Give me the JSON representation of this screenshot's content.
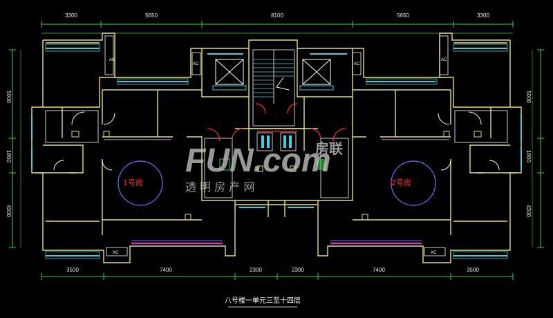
{
  "dimensions": {
    "top": [
      "3300",
      "5650",
      "8100",
      "5650",
      "3300"
    ],
    "bottom": [
      "3500",
      "7400",
      "2300",
      "2300",
      "7400",
      "3500"
    ],
    "left": [
      "5000",
      "1800",
      "4300"
    ],
    "right": [
      "5000",
      "1800",
      "4300"
    ]
  },
  "rooms": {
    "unit1_label": "1号房",
    "unit2_label": "2号房"
  },
  "ac_label": "AC",
  "caption": "八号楼一单元三至十四层",
  "watermark": {
    "logo_text": "FUN.com",
    "logo_cn": "房联",
    "sub_text": "透 明 房 产 网"
  },
  "colors": {
    "wall": "#e6e650",
    "dim": "#35d24a",
    "window": "#3fd0e0",
    "door_red": "#ff2a2a",
    "column": "#7070ff",
    "balcony_magenta": "#c03cc0",
    "white": "#ffffff"
  }
}
